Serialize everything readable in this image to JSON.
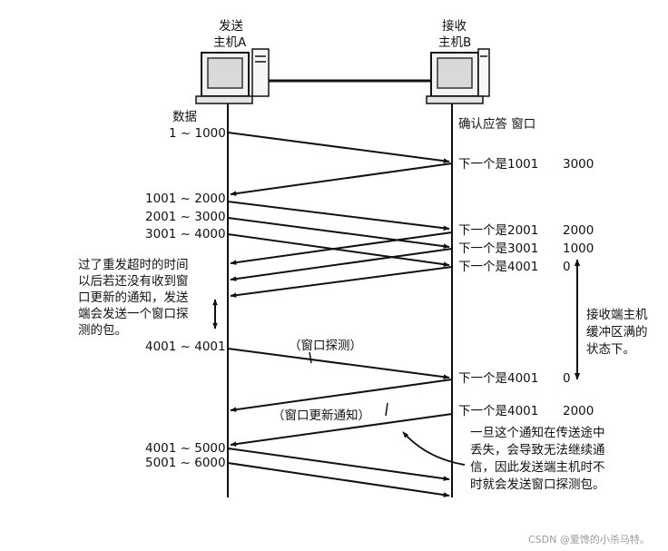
{
  "sender": {
    "label_line1": "发送",
    "label_line2": "主机A"
  },
  "receiver": {
    "label_line1": "接收",
    "label_line2": "主机B"
  },
  "left_header": "数据",
  "right_header": "确认应答 窗口",
  "data_ranges": [
    "1 ~ 1000",
    "1001 ~ 2000",
    "2001 ~ 3000",
    "3001 ~ 4000",
    "4001 ~ 4001",
    "4001 ~ 5000",
    "5001 ~ 6000"
  ],
  "acks": [
    {
      "text": "下一个是1001",
      "window": "3000"
    },
    {
      "text": "下一个是2001",
      "window": "2000"
    },
    {
      "text": "下一个是3001",
      "window": "1000"
    },
    {
      "text": "下一个是4001",
      "window": "0"
    },
    {
      "text": "下一个是4001",
      "window": "0"
    },
    {
      "text": "下一个是4001",
      "window": "2000"
    }
  ],
  "notes": {
    "timeout": [
      "过了重发超时的时间",
      "以后若还没有收到窗",
      "口更新的通知，发送",
      "端会发送一个窗口探",
      "测的包。"
    ],
    "buffer_full": [
      "接收端主机",
      "缓冲区满的",
      "状态下。"
    ],
    "lost": [
      "一旦这个通知在传送途中",
      "丢失，会导致无法继续通",
      "信，因此发送端主机时不",
      "时就会发送窗口探测包。"
    ]
  },
  "labels": {
    "window_probe": "（窗口探测）",
    "window_update": "（窗口更新通知）"
  },
  "watermark": "CSDN @爱馋的小杀马特。"
}
